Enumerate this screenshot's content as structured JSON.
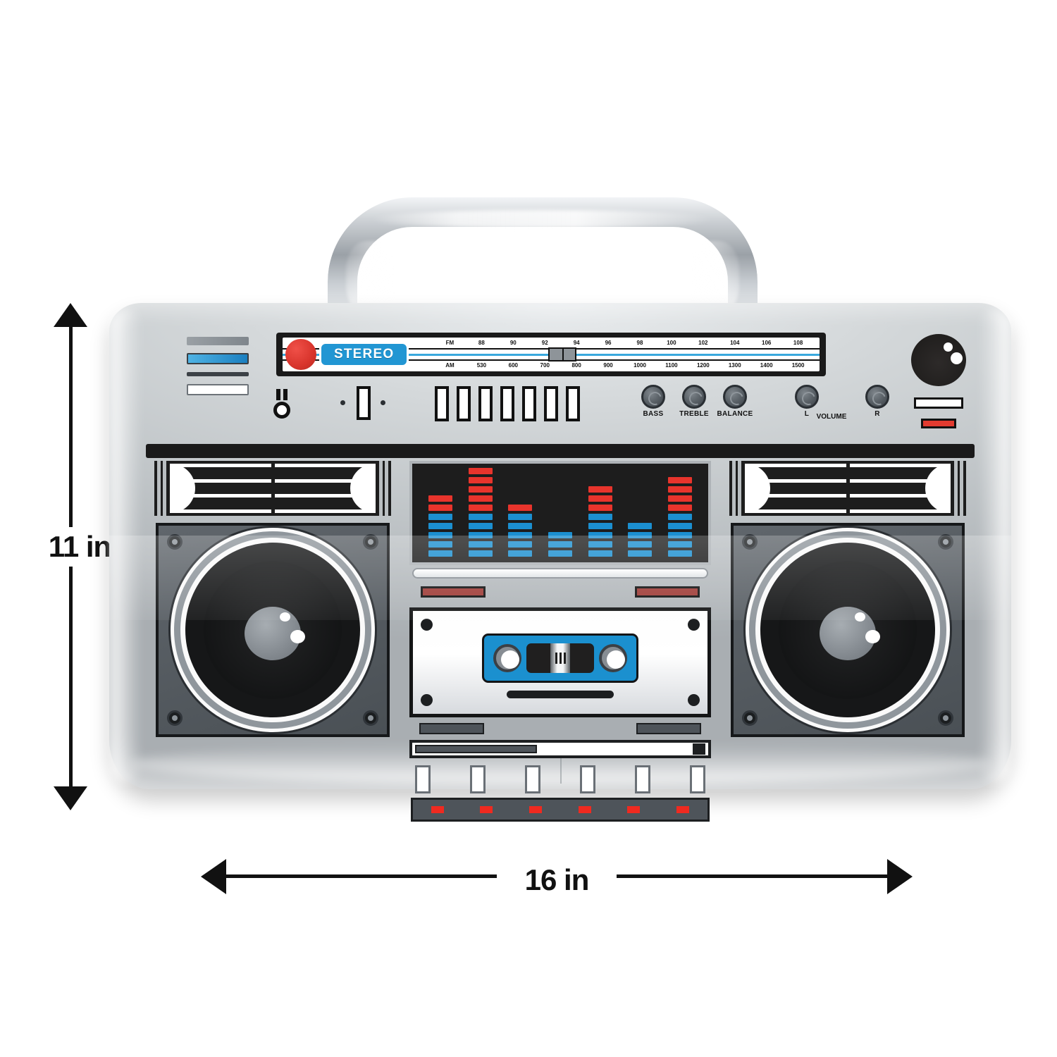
{
  "product": {
    "type": "inflatable-boombox",
    "body_color": "#c3c8cb",
    "accent_blue": "#2196d3",
    "accent_red": "#d8342c"
  },
  "dimensions": {
    "height_label": "11 in",
    "width_label": "16 in"
  },
  "tuner": {
    "badge": "STEREO",
    "fm_scale": [
      "FM",
      "88",
      "90",
      "92",
      "94",
      "96",
      "98",
      "100",
      "102",
      "104",
      "106",
      "108"
    ],
    "am_scale": [
      "AM",
      "530",
      "600",
      "700",
      "800",
      "900",
      "1000",
      "1100",
      "1200",
      "1300",
      "1400",
      "1500"
    ]
  },
  "knobs": [
    {
      "label": "BASS"
    },
    {
      "label": "TREBLE"
    },
    {
      "label": "BALANCE"
    },
    {
      "label": "L"
    },
    {
      "label": "R"
    }
  ],
  "volume_word": "VOLUME",
  "switch_count": 7,
  "transport_button_count": 6,
  "led_count": 6,
  "equalizer": {
    "columns": [
      {
        "blue": 5,
        "red": 2
      },
      {
        "blue": 5,
        "red": 5
      },
      {
        "blue": 5,
        "red": 1
      },
      {
        "blue": 3,
        "red": 0
      },
      {
        "blue": 5,
        "red": 3
      },
      {
        "blue": 4,
        "red": 0
      },
      {
        "blue": 5,
        "red": 4
      }
    ],
    "blue_color": "#1b8fd0",
    "red_color": "#e8342c",
    "background": "#1d1d1d"
  }
}
